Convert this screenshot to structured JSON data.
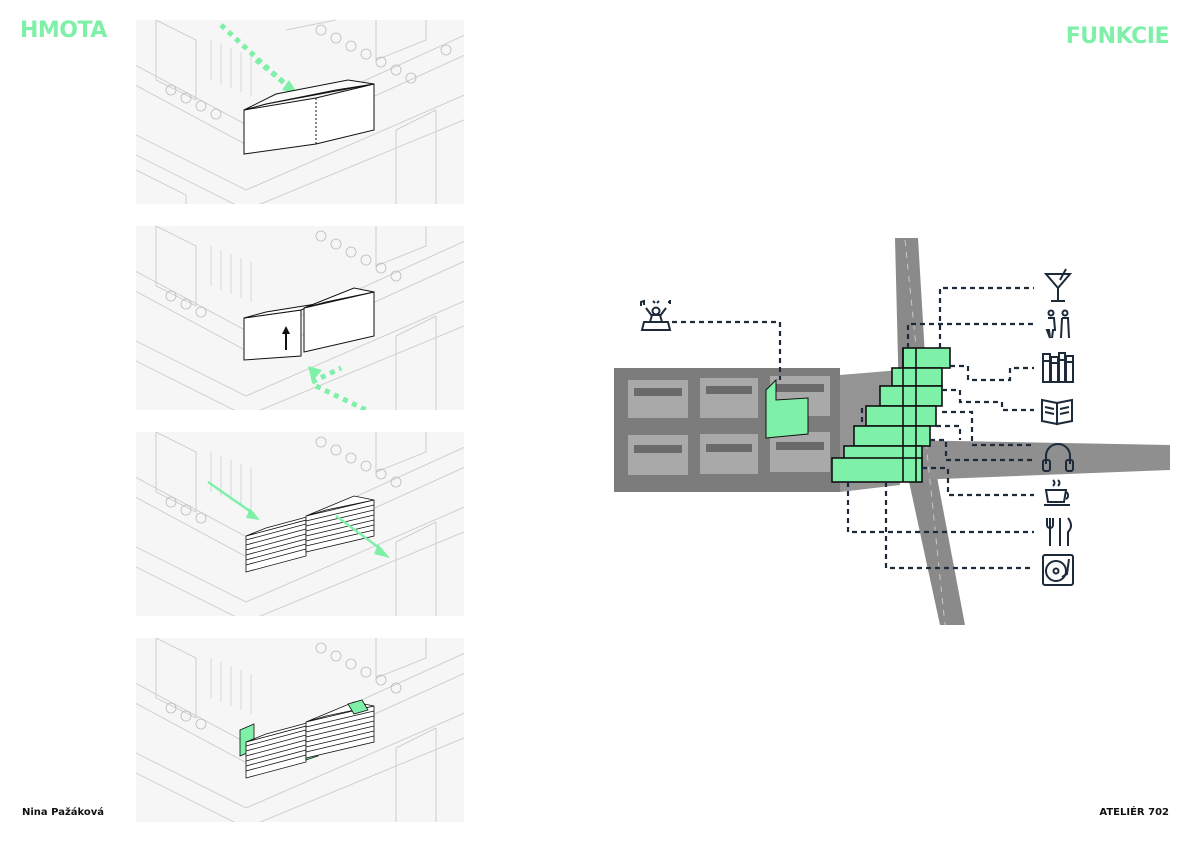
{
  "page": {
    "title_left": "HMOTA",
    "title_right": "FUNKCIE",
    "author": "Nina Pažáková",
    "studio": "ATELIÉR 702"
  },
  "colors": {
    "accent": "#7ef0a8",
    "ink": "#111111",
    "connector": "#1c2a3a",
    "context_line": "#c8c8c8",
    "aerial": "#8a8a8a"
  },
  "massing_steps": [
    {
      "step": 1,
      "arrow": "dotted-diagonal-in",
      "volume": "two-blocks"
    },
    {
      "step": 2,
      "arrow": "dotted-diagonal-up",
      "volume": "raised-block"
    },
    {
      "step": 3,
      "arrow": "solid-diagonal-through",
      "volume": "terraced-blocks"
    },
    {
      "step": 4,
      "arrow": "none",
      "volume": "terraced-blocks-green-ends"
    }
  ],
  "functions": [
    {
      "icon": "cocktail-icon"
    },
    {
      "icon": "restroom-icon"
    },
    {
      "icon": "library-icon"
    },
    {
      "icon": "book-icon"
    },
    {
      "icon": "headphones-icon"
    },
    {
      "icon": "coffee-icon"
    },
    {
      "icon": "cutlery-icon"
    },
    {
      "icon": "turntable-icon"
    }
  ],
  "left_function": {
    "icon": "dj-icon"
  }
}
